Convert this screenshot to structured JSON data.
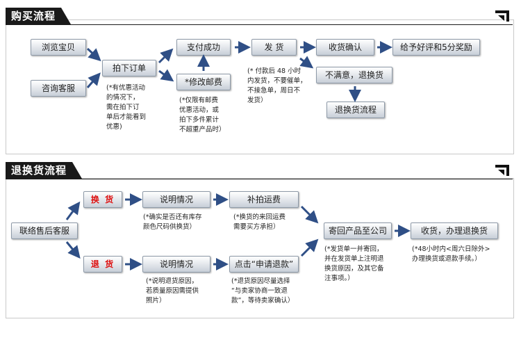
{
  "purchase": {
    "title": "购买流程",
    "steps": {
      "browse": "浏览宝贝",
      "consult": "咨询客服",
      "order": "拍下订单",
      "pay": "支付成功",
      "ship": "发 货",
      "receive": "收货确认",
      "review": "给予好评和5分奖励",
      "modify": "*修改邮费",
      "unhappy": "不满意，退换货",
      "return_flow": "退换货流程"
    },
    "notes": {
      "order": "(*有优惠活动\n的情况下，\n需在拍下订\n单后才能看到\n优惠)",
      "modify": "(*仅限有邮费\n优惠活动，或\n拍下多件累计\n不超重产品时）",
      "ship": "(* 付款后 48 小时\n内发货，不要催单，\n不接急单，周日不\n发货）"
    }
  },
  "returns": {
    "title": "退换货流程",
    "steps": {
      "contact": "联络售后客服",
      "exchange": "换 货",
      "refund": "退 货",
      "explain1": "说明情况",
      "explain2": "说明情况",
      "shipfee": "补拍运费",
      "apply": "点击“申请退款”",
      "sendback": "寄回产品至公司",
      "handle": "收货，办理退换货"
    },
    "notes": {
      "explain1": "(*确实是否还有库存\n颜色尺码供换货）",
      "shipfee": "(*换货的来回运费\n需要买方承担）",
      "explain2": "(*说明退货原因，\n若质量原因需提供\n照片）",
      "apply": "(*退货原因尽量选择\n“与卖家协商一致退\n款”，等待卖家确认）",
      "sendback": "(*发货单一并寄回，\n并在发货单上注明退\n换货原因，及其它备\n注事项。）",
      "handle": "(*48小时内<周六日除外>\n办理换货或退款手续。）"
    }
  },
  "colors": {
    "arrow": "#2f4f86",
    "exchange_text": "#dd1111",
    "header_bg": "#1a1a1a"
  },
  "icons": {
    "arrow": "blue-arrow-icon",
    "corner": "corner-bracket-icon"
  }
}
